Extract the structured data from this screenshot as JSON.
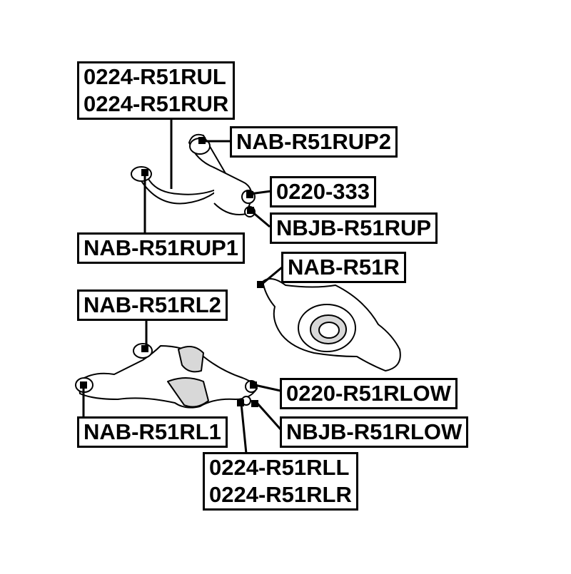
{
  "diagram": {
    "part_labels": {
      "upper_arm": [
        "0224-R51RUL",
        "0224-R51RUR"
      ],
      "upper_bush_2": "NAB-R51RUP2",
      "upper_bolt": "0220-333",
      "upper_ball_joint": "NBJB-R51RUP",
      "upper_bush_1": "NAB-R51RUP1",
      "knuckle_bush": "NAB-R51R",
      "lower_bush_2": "NAB-R51RL2",
      "lower_bolt": "0220-R51RLOW",
      "lower_ball_joint": "NBJB-R51RLOW",
      "lower_bush_1": "NAB-R51RL1",
      "lower_arm": [
        "0224-R51RLL",
        "0224-R51RLR"
      ]
    },
    "colors": {
      "line": "#000000",
      "fill": "#ffffff",
      "shade": "#d8d8d8"
    }
  }
}
